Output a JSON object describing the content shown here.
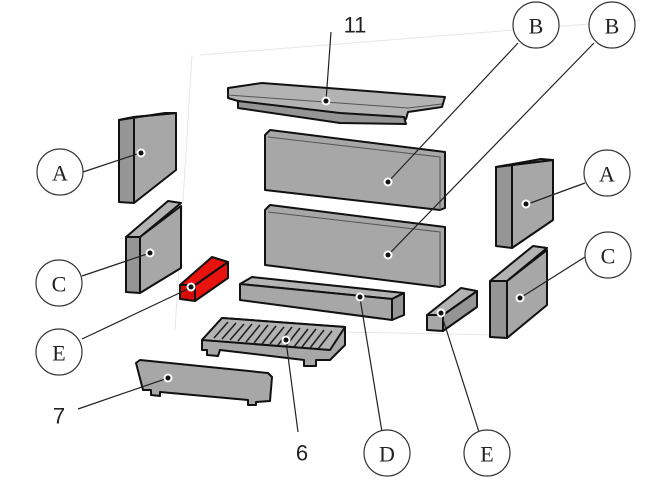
{
  "diagram": {
    "title": "Firebrick set exploded view",
    "highlight_color": "#e8120f",
    "part_color": "#a7a7a7",
    "callouts": [
      {
        "id": "callout-11",
        "label": "11",
        "style": "number",
        "part": "top-baffle"
      },
      {
        "id": "callout-B-upper",
        "label": "B",
        "style": "bubble",
        "part": "rear-brick-upper"
      },
      {
        "id": "callout-B-lower",
        "label": "B",
        "style": "bubble",
        "part": "rear-brick-lower"
      },
      {
        "id": "callout-A-left",
        "label": "A",
        "style": "bubble",
        "part": "side-brick-left-upper"
      },
      {
        "id": "callout-A-right",
        "label": "A",
        "style": "bubble",
        "part": "side-brick-right-upper"
      },
      {
        "id": "callout-C-left",
        "label": "C",
        "style": "bubble",
        "part": "side-brick-left-lower"
      },
      {
        "id": "callout-C-right",
        "label": "C",
        "style": "bubble",
        "part": "side-brick-right-lower"
      },
      {
        "id": "callout-E-left",
        "label": "E",
        "style": "bubble",
        "part": "small-block-left",
        "highlighted": true
      },
      {
        "id": "callout-E-right",
        "label": "E",
        "style": "bubble",
        "part": "small-block-right"
      },
      {
        "id": "callout-D",
        "label": "D",
        "style": "bubble",
        "part": "bottom-brick"
      },
      {
        "id": "callout-6",
        "label": "6",
        "style": "number",
        "part": "grate"
      },
      {
        "id": "callout-7",
        "label": "7",
        "style": "number",
        "part": "front-plate"
      }
    ]
  }
}
